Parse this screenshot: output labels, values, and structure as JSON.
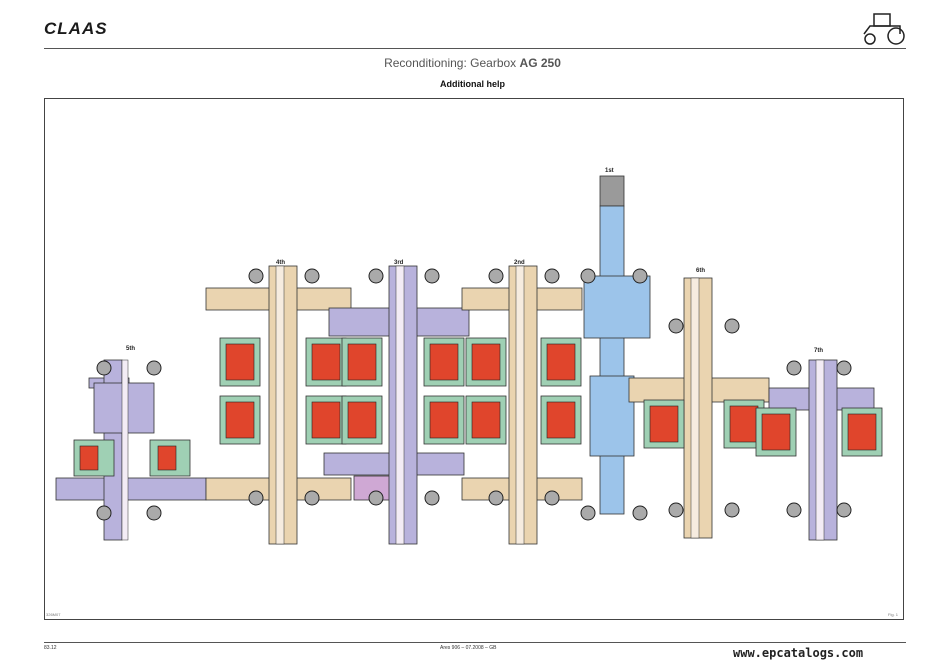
{
  "header": {
    "logo_text": "CLAAS",
    "title_main": "Reconditioning: Gearbox",
    "title_model": "AG 250",
    "subtitle": "Additional help"
  },
  "diagram": {
    "shaft_labels": [
      "5th",
      "4th",
      "3rd",
      "2nd",
      "1st",
      "6th",
      "7th"
    ],
    "figure_code": "326M07",
    "fig_label": "Fig. 1"
  },
  "footer": {
    "page": "83.12",
    "doc_ref": "Ares 906 – 07.2008 – GB",
    "website": "www.epcatalogs.com"
  },
  "colors": {
    "lavender": "#b8b2dc",
    "tan": "#ead4b0",
    "blue": "#9cc4ea",
    "green": "#9fd0b4",
    "red": "#e0452c",
    "pink": "#cfa8d4"
  }
}
